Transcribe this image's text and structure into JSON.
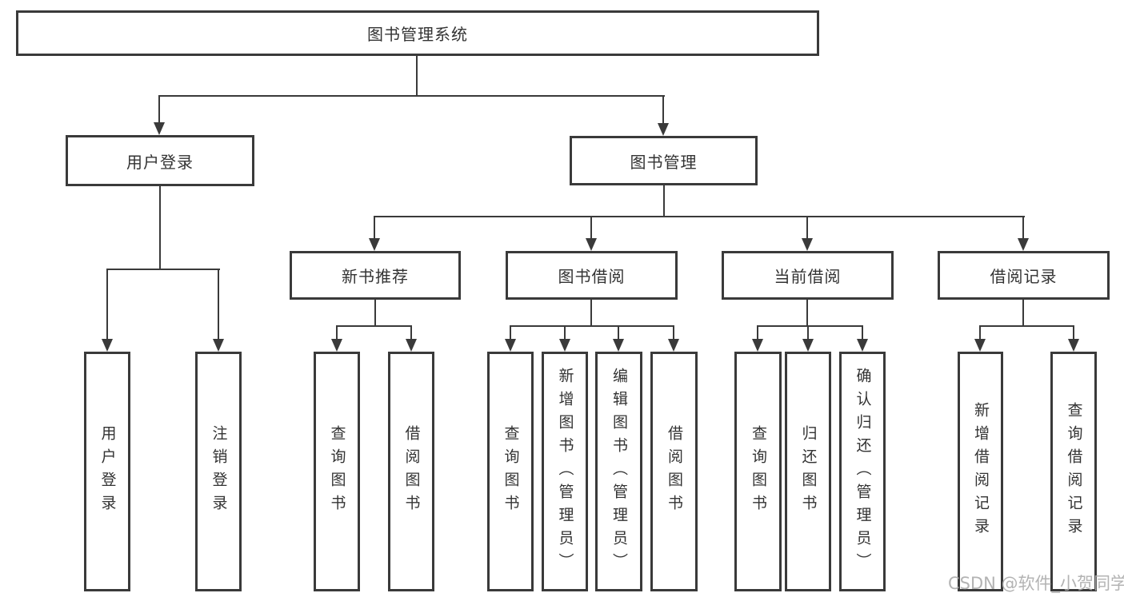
{
  "diagram": {
    "root": {
      "label": "图书管理系统"
    },
    "branches": [
      {
        "label": "用户登录",
        "children": [
          {
            "label": "用户登录"
          },
          {
            "label": "注销登录"
          }
        ]
      },
      {
        "label": "图书管理",
        "children": [
          {
            "label": "新书推荐",
            "children": [
              {
                "label": "查询图书"
              },
              {
                "label": "借阅图书"
              }
            ]
          },
          {
            "label": "图书借阅",
            "children": [
              {
                "label": "查询图书"
              },
              {
                "label": "新增图书（管理员）"
              },
              {
                "label": "编辑图书（管理员）"
              },
              {
                "label": "借阅图书"
              }
            ]
          },
          {
            "label": "当前借阅",
            "children": [
              {
                "label": "查询图书"
              },
              {
                "label": "归还图书"
              },
              {
                "label": "确认归还（管理员）"
              }
            ]
          },
          {
            "label": "借阅记录",
            "children": [
              {
                "label": "新增借阅记录"
              },
              {
                "label": "查询借阅记录"
              }
            ]
          }
        ]
      }
    ],
    "colors": {
      "line": "#3a3a3a",
      "text": "#333333",
      "background": "#ffffff"
    }
  },
  "watermark": {
    "text": "CSDN @软件_小贺同学",
    "color": "#ababab"
  }
}
